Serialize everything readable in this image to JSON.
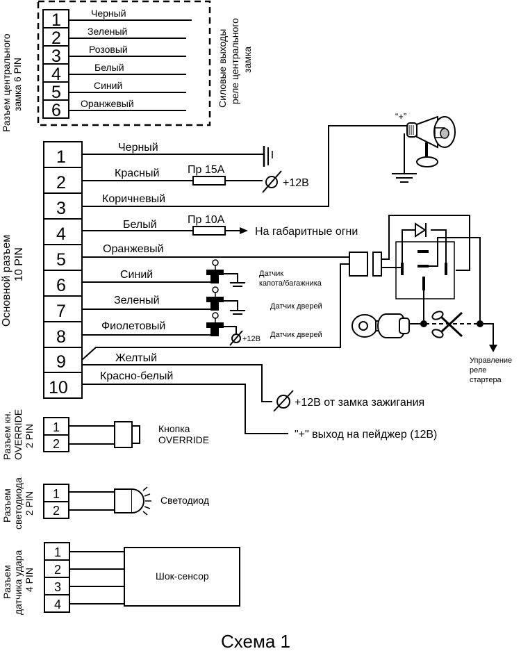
{
  "diagram": {
    "title": "Схема 1",
    "central_lock_connector": {
      "side_label_line1": "Разъем центрального",
      "side_label_line2": "замка 6 PIN",
      "right_label_line1": "Силовые выходы",
      "right_label_line2": "реле центрального",
      "right_label_line3": "замка",
      "pins": [
        {
          "num": "1",
          "wire": "Черный"
        },
        {
          "num": "2",
          "wire": "Зеленый"
        },
        {
          "num": "3",
          "wire": "Розовый"
        },
        {
          "num": "4",
          "wire": "Белый"
        },
        {
          "num": "5",
          "wire": "Синий"
        },
        {
          "num": "6",
          "wire": "Оранжевый"
        }
      ]
    },
    "main_connector": {
      "side_label_line1": "Основной разъем",
      "side_label_line2": "10 PIN",
      "pins": [
        {
          "num": "1",
          "wire": "Черный"
        },
        {
          "num": "2",
          "wire": "Красный"
        },
        {
          "num": "3",
          "wire": "Коричневый"
        },
        {
          "num": "4",
          "wire": "Белый"
        },
        {
          "num": "5",
          "wire": "Оранжевый"
        },
        {
          "num": "6",
          "wire": "Синий"
        },
        {
          "num": "7",
          "wire": "Зеленый"
        },
        {
          "num": "8",
          "wire": "Фиолетовый"
        },
        {
          "num": "9",
          "wire": "Желтый"
        },
        {
          "num": "10",
          "wire": "Красно-белый"
        }
      ],
      "fuse_15": "Пр 15А",
      "fuse_10": "Пр 10А",
      "plus12": "+12В",
      "parking_lights": "На габаритные огни",
      "siren_plus": "“+”",
      "hood_sensor_line1": "Датчик",
      "hood_sensor_line2": "капота/багажника",
      "door_sensor_1": "Датчик дверей",
      "door_sensor_2": "Датчик дверей",
      "sensor_plus12": "+12В",
      "starter_relay_line1": "Управление",
      "starter_relay_line2": "реле",
      "starter_relay_line3": "стартера",
      "ignition": "+12В от замка зажигания",
      "pager": "\"+\" выход на пейджер (12В)"
    },
    "override_connector": {
      "side_label_line1": "Разъем кн.",
      "side_label_line2": "OVERRIDE",
      "side_label_line3": "2 PIN",
      "pins": [
        "1",
        "2"
      ],
      "device_line1": "Кнопка",
      "device_line2": "OVERRIDE"
    },
    "led_connector": {
      "side_label_line1": "Разъем",
      "side_label_line2": "светодиода",
      "side_label_line3": "2 PIN",
      "pins": [
        "1",
        "2"
      ],
      "device": "Светодиод"
    },
    "shock_connector": {
      "side_label_line1": "Разъем",
      "side_label_line2": "датчика удара",
      "side_label_line3": "4 PIN",
      "pins": [
        "1",
        "2",
        "3",
        "4"
      ],
      "device": "Шок-сенсор"
    }
  }
}
